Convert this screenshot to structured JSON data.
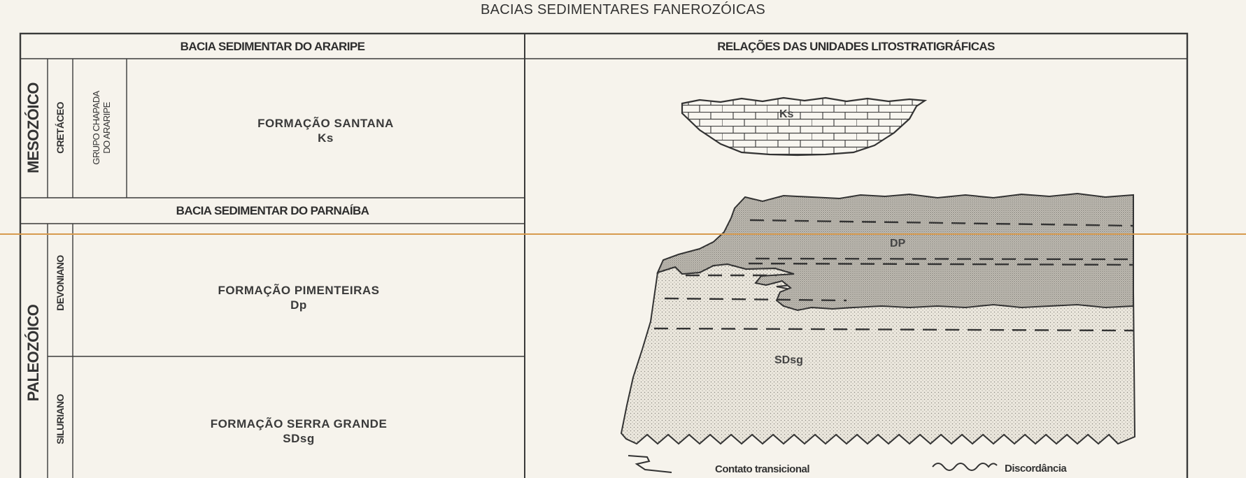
{
  "page_title": "BACIAS SEDIMENTARES FANEROZÓICAS",
  "column_headers": {
    "left": "BACIA SEDIMENTAR DO ARARIPE",
    "right": "RELAÇÕES DAS UNIDADES LITOSTRATIGRÁFICAS"
  },
  "eras": {
    "mesozoic": "MESOZÓICO",
    "paleozoic": "PALEOZÓICO"
  },
  "periods": {
    "cretaceous": "CRETÁCEO",
    "devonian": "DEVONIANO",
    "silurian": "SILURIANO"
  },
  "group": {
    "line1": "GRUPO CHAPADA",
    "line2": "DO ARARIPE"
  },
  "sub_header": "BACIA SEDIMENTAR DO PARNAÍBA",
  "formations": [
    {
      "name": "FORMAÇÃO SANTANA",
      "code": "Ks"
    },
    {
      "name": "FORMAÇÃO PIMENTEIRAS",
      "code": "Dp"
    },
    {
      "name": "FORMAÇÃO SERRA GRANDE",
      "code": "SDsg"
    }
  ],
  "diagram_labels": {
    "santana": "Ks",
    "pimenteiras": "DP",
    "serra_grande": "SDsg"
  },
  "legend": {
    "transitional": "Contato transicional",
    "unconformity": "Discordância"
  }
}
